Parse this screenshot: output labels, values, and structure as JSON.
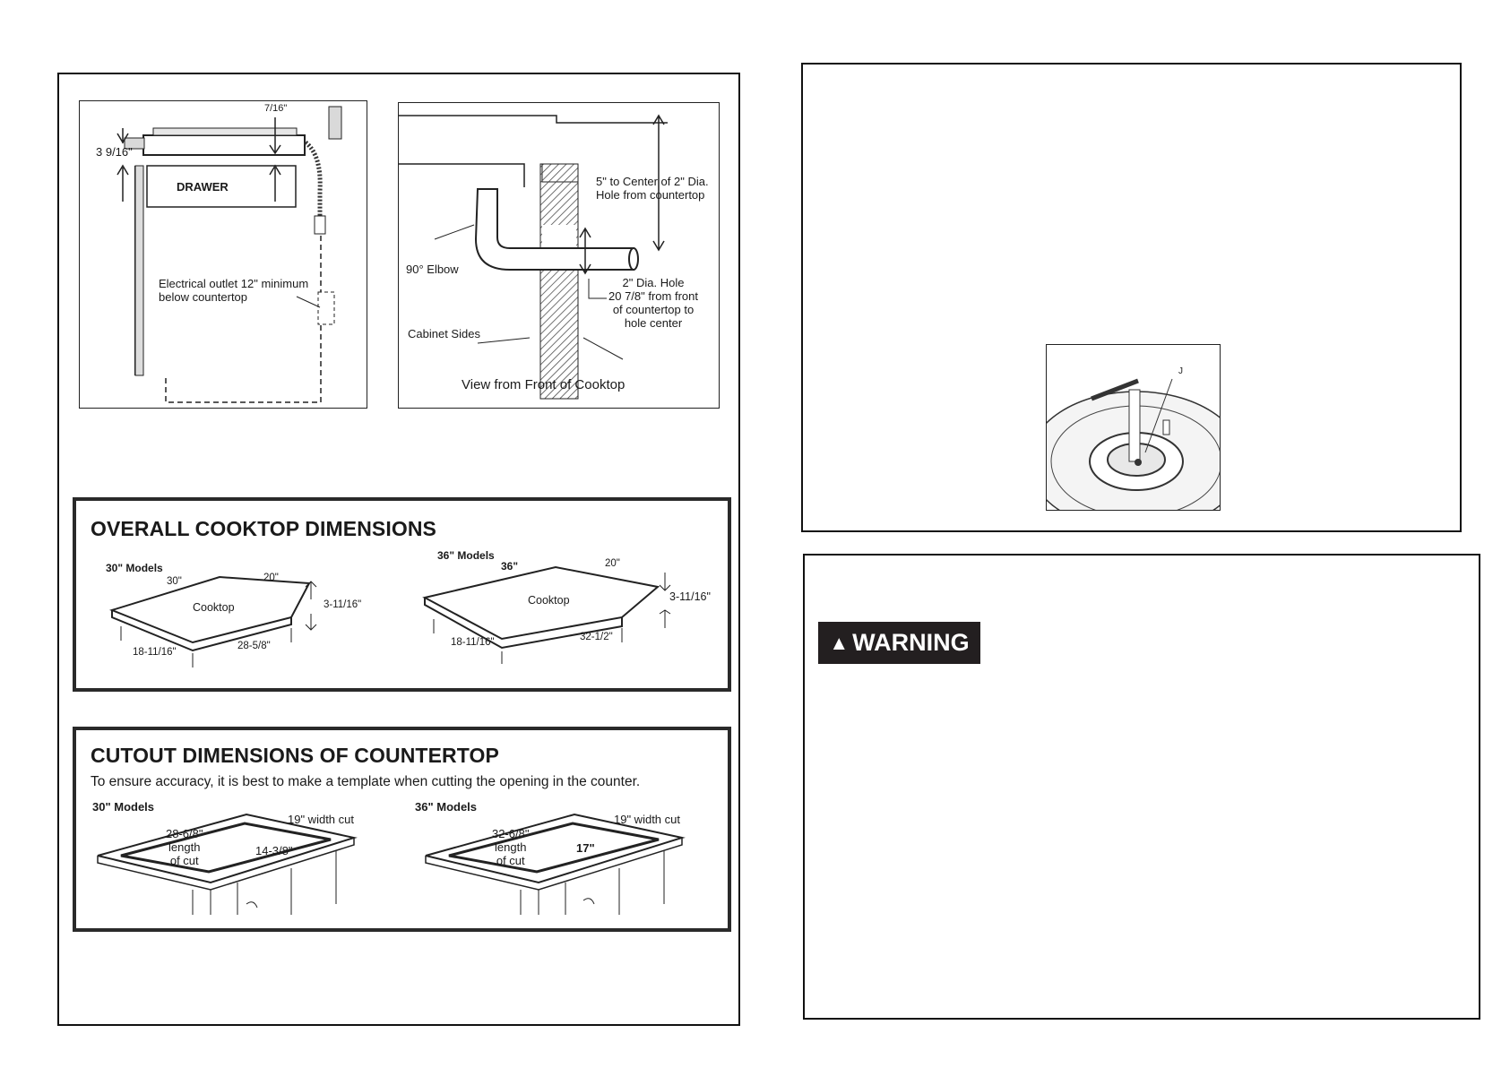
{
  "fig1": {
    "dim_top": "7/16\"",
    "dim_left": "3 9/16\"",
    "drawer": "DRAWER",
    "outlet": "Electrical outlet 12\" minimum\nbelow countertop"
  },
  "fig2": {
    "center_label": "5\" to Center of 2\" Dia.\nHole from countertop",
    "elbow": "90° Elbow",
    "hole": "2\" Dia. Hole\n20 7/8\" from front\nof countertop to\nhole center",
    "cabinet_sides": "Cabinet Sides",
    "caption": "View from Front of Cooktop"
  },
  "overall": {
    "title": "OVERALL COOKTOP DIMENSIONS",
    "m30": {
      "label": "30\" Models",
      "width": "30\"",
      "depth": "20\"",
      "height": "3-11/16\"",
      "cooktop": "Cooktop",
      "front": "18-11/16\"",
      "bottom": "28-5/8\""
    },
    "m36": {
      "label": "36\" Models",
      "width": "36\"",
      "depth": "20\"",
      "height": "3-11/16\"",
      "cooktop": "Cooktop",
      "front": "18-11/16\"",
      "bottom": "32-1/2\""
    }
  },
  "cutout": {
    "title": "CUTOUT DIMENSIONS OF COUNTERTOP",
    "subtitle": "To ensure accuracy, it is best to make a template when cutting the opening in the counter.",
    "m30": {
      "label": "30\" Models",
      "length": "28-6/8\"\nlength\nof cut",
      "width": "19\" width cut",
      "center": "14-3/8\""
    },
    "m36": {
      "label": "36\" Models",
      "length": "32-6/8\"\nlength\nof cut",
      "width": "19\" width cut",
      "center": "17\""
    }
  },
  "burner": {
    "callout": "J"
  },
  "warning": {
    "label": "WARNING",
    "symbol": "▲"
  }
}
